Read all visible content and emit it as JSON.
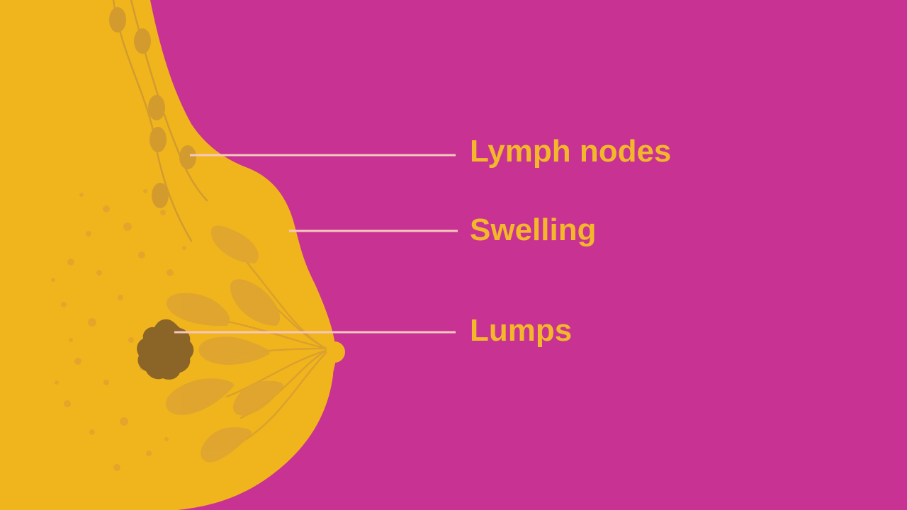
{
  "labels": {
    "lymph_nodes": "Lymph nodes",
    "swelling": "Swelling",
    "lumps": "Lumps"
  },
  "colors": {
    "background": "#c73293",
    "breast": "#f0b51d",
    "lobes": "#dfa52f",
    "lymph_node": "#d39b2e",
    "lump": "#8b6428",
    "label_text": "#f2b72a",
    "leader_line": "#f6c7bf"
  }
}
